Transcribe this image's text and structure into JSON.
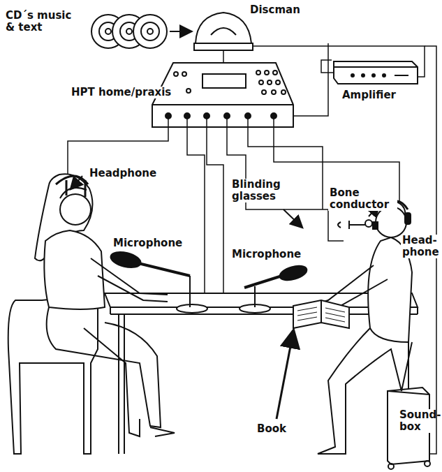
{
  "diagram": {
    "labels": [
      "CD´s music & text",
      "Discman",
      "HPT home/praxis",
      "Amplifier",
      "Headphone",
      "Microphone",
      "Blinding glasses",
      "Bone conductor",
      "Microphone",
      "Head- phone",
      "Book",
      "Sound- box"
    ]
  }
}
